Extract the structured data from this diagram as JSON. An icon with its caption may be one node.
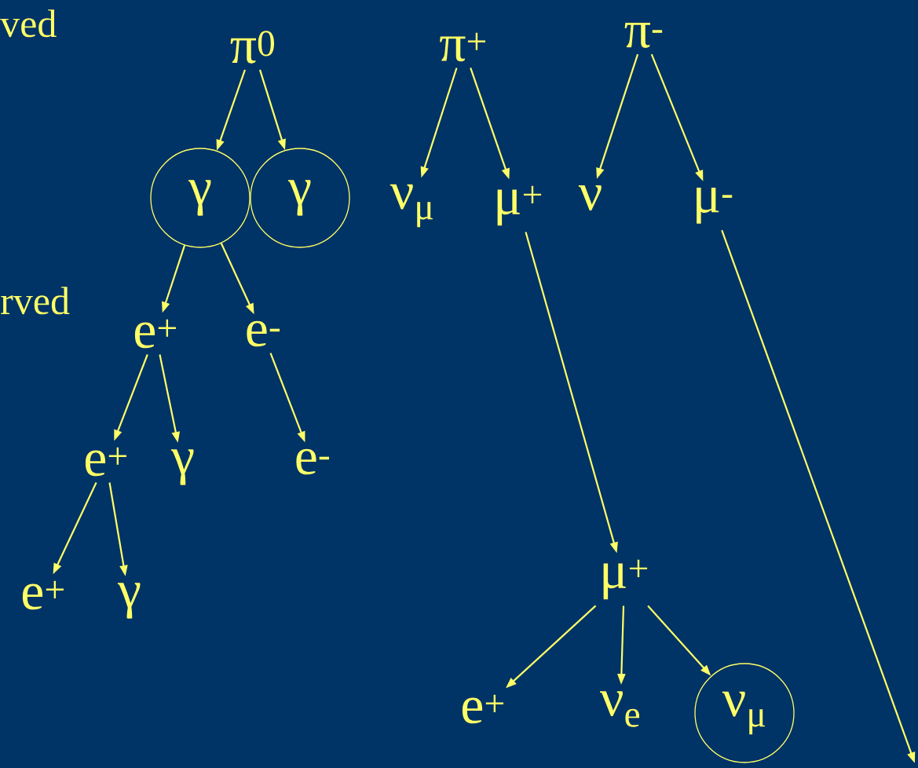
{
  "diagram": {
    "nodes": [
      {
        "text": [
          "π$^{0}$"
        ]
      },
      {
        "text": [
          "π$^{+}$"
        ]
      },
      {
        "text": [
          "π$^{-}$"
        ]
      },
      {
        "text": [
          "γ"
        ]
      },
      {
        "text": [
          "γ"
        ]
      },
      {
        "text": [
          "ν$_{μ}$"
        ]
      },
      {
        "text": [
          "μ$^{+}$"
        ]
      },
      {
        "text": [
          "ν"
        ]
      },
      {
        "text": [
          "μ$^{-}$"
        ]
      },
      {
        "text": [
          "e$^{+}$"
        ]
      },
      {
        "text": [
          "e$^{-}$"
        ]
      },
      {
        "text": [
          "e$^{+}$"
        ]
      },
      {
        "text": [
          "γ"
        ]
      },
      {
        "text": [
          "e$^{-}$"
        ]
      },
      {
        "text": [
          "e$^{+}$"
        ]
      },
      {
        "text": [
          "γ"
        ]
      },
      {
        "text": [
          "μ$^{+}$"
        ]
      },
      {
        "text": [
          "e$^{+}$"
        ]
      },
      {
        "text": [
          "ν$_{e}$"
        ]
      },
      {
        "text": [
          "ν$_{μ}$"
        ]
      }
    ],
    "edges": [
      {
        "from": 0,
        "to": 3,
        "arrow": "to"
      },
      {
        "from": 0,
        "to": 4,
        "arrow": "to"
      },
      {
        "from": 1,
        "to": 5,
        "arrow": "to"
      },
      {
        "from": 1,
        "to": 6,
        "arrow": "to"
      },
      {
        "from": 2,
        "to": 7,
        "arrow": "to"
      },
      {
        "from": 2,
        "to": 8,
        "arrow": "to"
      },
      {
        "from": 3,
        "to": 9,
        "arrow": "to"
      },
      {
        "from": 3,
        "to": 10,
        "arrow": "to"
      },
      {
        "from": 9,
        "to": 11,
        "arrow": "to"
      },
      {
        "from": 9,
        "to": 12,
        "arrow": "to"
      },
      {
        "from": 10,
        "to": 13,
        "arrow": "to"
      },
      {
        "from": 11,
        "to": 14,
        "arrow": "to"
      },
      {
        "from": 11,
        "to": 15,
        "arrow": "to"
      },
      {
        "from": 6,
        "to": 16,
        "arrow": "to"
      },
      {
        "from": 8,
        "to": null,
        "arrow": "to"
      },
      {
        "from": 16,
        "to": 17,
        "arrow": "to"
      },
      {
        "from": 16,
        "to": 18,
        "arrow": "to"
      },
      {
        "from": 16,
        "to": 19,
        "arrow": "to"
      }
    ],
    "labels": [
      "ved",
      "rved"
    ]
  }
}
